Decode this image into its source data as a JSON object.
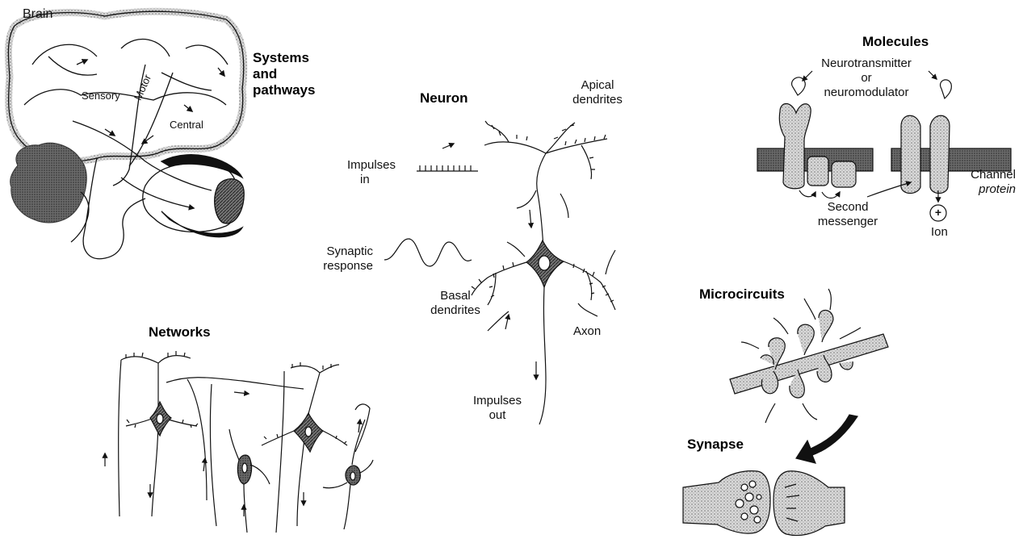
{
  "colors": {
    "ink": "#111111",
    "tone_dark": "#5a5a5a",
    "tone_mid": "#9a9a9a",
    "tone_light": "#d9d9d9"
  },
  "brain_panel": {
    "corner_label": "Brain",
    "heading_lines": [
      "Systems",
      "and",
      "pathways"
    ],
    "sensory": "Sensory",
    "motor": "Motor",
    "central": "Central"
  },
  "neuron_panel": {
    "heading": "Neuron",
    "apical_lines": [
      "Apical",
      "dendrites"
    ],
    "impulses_in_lines": [
      "Impulses",
      "in"
    ],
    "synaptic_lines": [
      "Synaptic",
      "response"
    ],
    "basal_lines": [
      "Basal",
      "dendrites"
    ],
    "axon": "Axon",
    "impulses_out_lines": [
      "Impulses",
      "out"
    ]
  },
  "networks_panel": {
    "heading": "Networks"
  },
  "molecules_panel": {
    "heading": "Molecules",
    "transmitter_lines": [
      "Neurotransmitter",
      "or",
      "neuromodulator"
    ],
    "channel_lines": [
      "Channel",
      "protein"
    ],
    "messenger_lines": [
      "Second",
      "messenger"
    ],
    "ion": "Ion",
    "ion_symbol": "+"
  },
  "microcircuits_panel": {
    "heading": "Microcircuits"
  },
  "synapse_panel": {
    "heading": "Synapse"
  }
}
